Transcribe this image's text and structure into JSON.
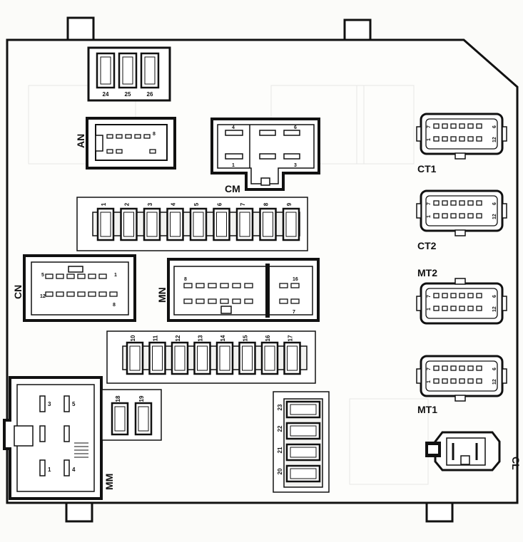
{
  "diagram": {
    "fuses_top_small": [
      "24",
      "25",
      "26"
    ],
    "fuses_row1": [
      "1",
      "2",
      "3",
      "4",
      "5",
      "6",
      "7",
      "8",
      "9"
    ],
    "fuses_row2": [
      "10",
      "11",
      "12",
      "13",
      "14",
      "15",
      "16",
      "17"
    ],
    "fuses_pair": [
      "18",
      "19"
    ],
    "fuses_vertical": [
      "23",
      "22",
      "21",
      "20"
    ],
    "connectors": {
      "an": "AN",
      "cm": "CM",
      "cn": "CN",
      "mn": "MN",
      "mm": "MM",
      "ct1": "CT1",
      "ct2": "CT2",
      "mt2": "MT2",
      "mt1": "MT1",
      "cl": "CL"
    },
    "pins": {
      "cm": [
        "4",
        "6",
        "1",
        "3"
      ],
      "mm": [
        "3",
        "5",
        "1",
        "4"
      ],
      "cn": [
        "5",
        "1",
        "12",
        "8"
      ],
      "mn": [
        "8",
        "16",
        "7"
      ],
      "an": [
        "8"
      ],
      "ct": [
        "7",
        "1",
        "6",
        "12"
      ]
    }
  }
}
